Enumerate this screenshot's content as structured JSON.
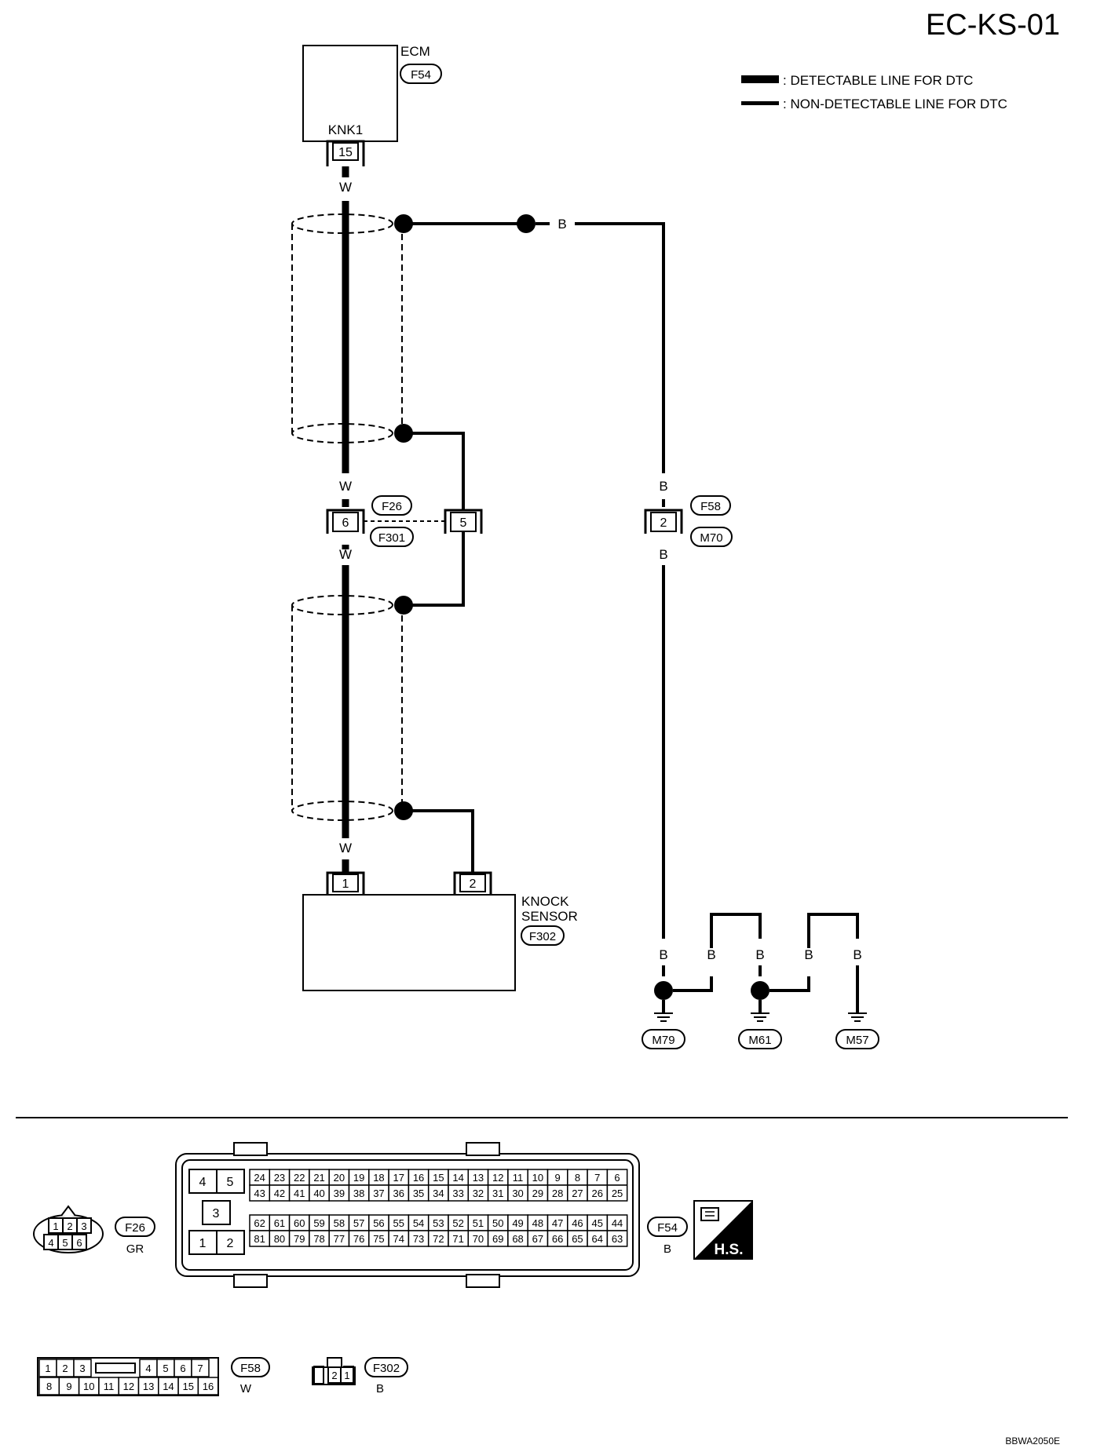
{
  "page_id": "EC-KS-01",
  "legend": {
    "detectable": ": DETECTABLE LINE FOR DTC",
    "non_detectable": ": NON-DETECTABLE LINE FOR DTC"
  },
  "ecm": {
    "name": "ECM",
    "connector": "F54",
    "terminal_name": "KNK1",
    "pin": "15"
  },
  "wire_colors": {
    "signal": "W",
    "shield": "B"
  },
  "junction_1": {
    "connector_a": "F26",
    "connector_b": "F301",
    "pin_signal": "6",
    "pin_shield": "5"
  },
  "junction_2": {
    "connector_a": "F58",
    "connector_b": "M70",
    "pin": "2"
  },
  "knock_sensor": {
    "name_line1": "KNOCK",
    "name_line2": "SENSOR",
    "connector": "F302",
    "pin_1": "1",
    "pin_2": "2"
  },
  "grounds": [
    "M79",
    "M61",
    "M57"
  ],
  "connectors": {
    "f26": {
      "id": "F26",
      "color": "GR",
      "pins_top": [
        "1",
        "2",
        "3"
      ],
      "pins_bottom": [
        "4",
        "5",
        "6"
      ]
    },
    "f54": {
      "id": "F54",
      "color": "B",
      "hs": "H.S.",
      "side_pins": [
        "4",
        "5",
        "3",
        "1",
        "2"
      ],
      "row1": [
        "24",
        "23",
        "22",
        "21",
        "20",
        "19",
        "18",
        "17",
        "16",
        "15",
        "14",
        "13",
        "12",
        "11",
        "10",
        "9",
        "8",
        "7",
        "6"
      ],
      "row2": [
        "43",
        "42",
        "41",
        "40",
        "39",
        "38",
        "37",
        "36",
        "35",
        "34",
        "33",
        "32",
        "31",
        "30",
        "29",
        "28",
        "27",
        "26",
        "25"
      ],
      "row3": [
        "62",
        "61",
        "60",
        "59",
        "58",
        "57",
        "56",
        "55",
        "54",
        "53",
        "52",
        "51",
        "50",
        "49",
        "48",
        "47",
        "46",
        "45",
        "44"
      ],
      "row4": [
        "81",
        "80",
        "79",
        "78",
        "77",
        "76",
        "75",
        "74",
        "73",
        "72",
        "71",
        "70",
        "69",
        "68",
        "67",
        "66",
        "65",
        "64",
        "63"
      ]
    },
    "f58": {
      "id": "F58",
      "color": "W",
      "top": [
        "1",
        "2",
        "3",
        "4",
        "5",
        "6",
        "7"
      ],
      "bottom": [
        "8",
        "9",
        "10",
        "11",
        "12",
        "13",
        "14",
        "15",
        "16"
      ]
    },
    "f302": {
      "id": "F302",
      "color": "B",
      "pins": [
        "2",
        "1"
      ]
    }
  },
  "footer_code": "BBWA2050E"
}
